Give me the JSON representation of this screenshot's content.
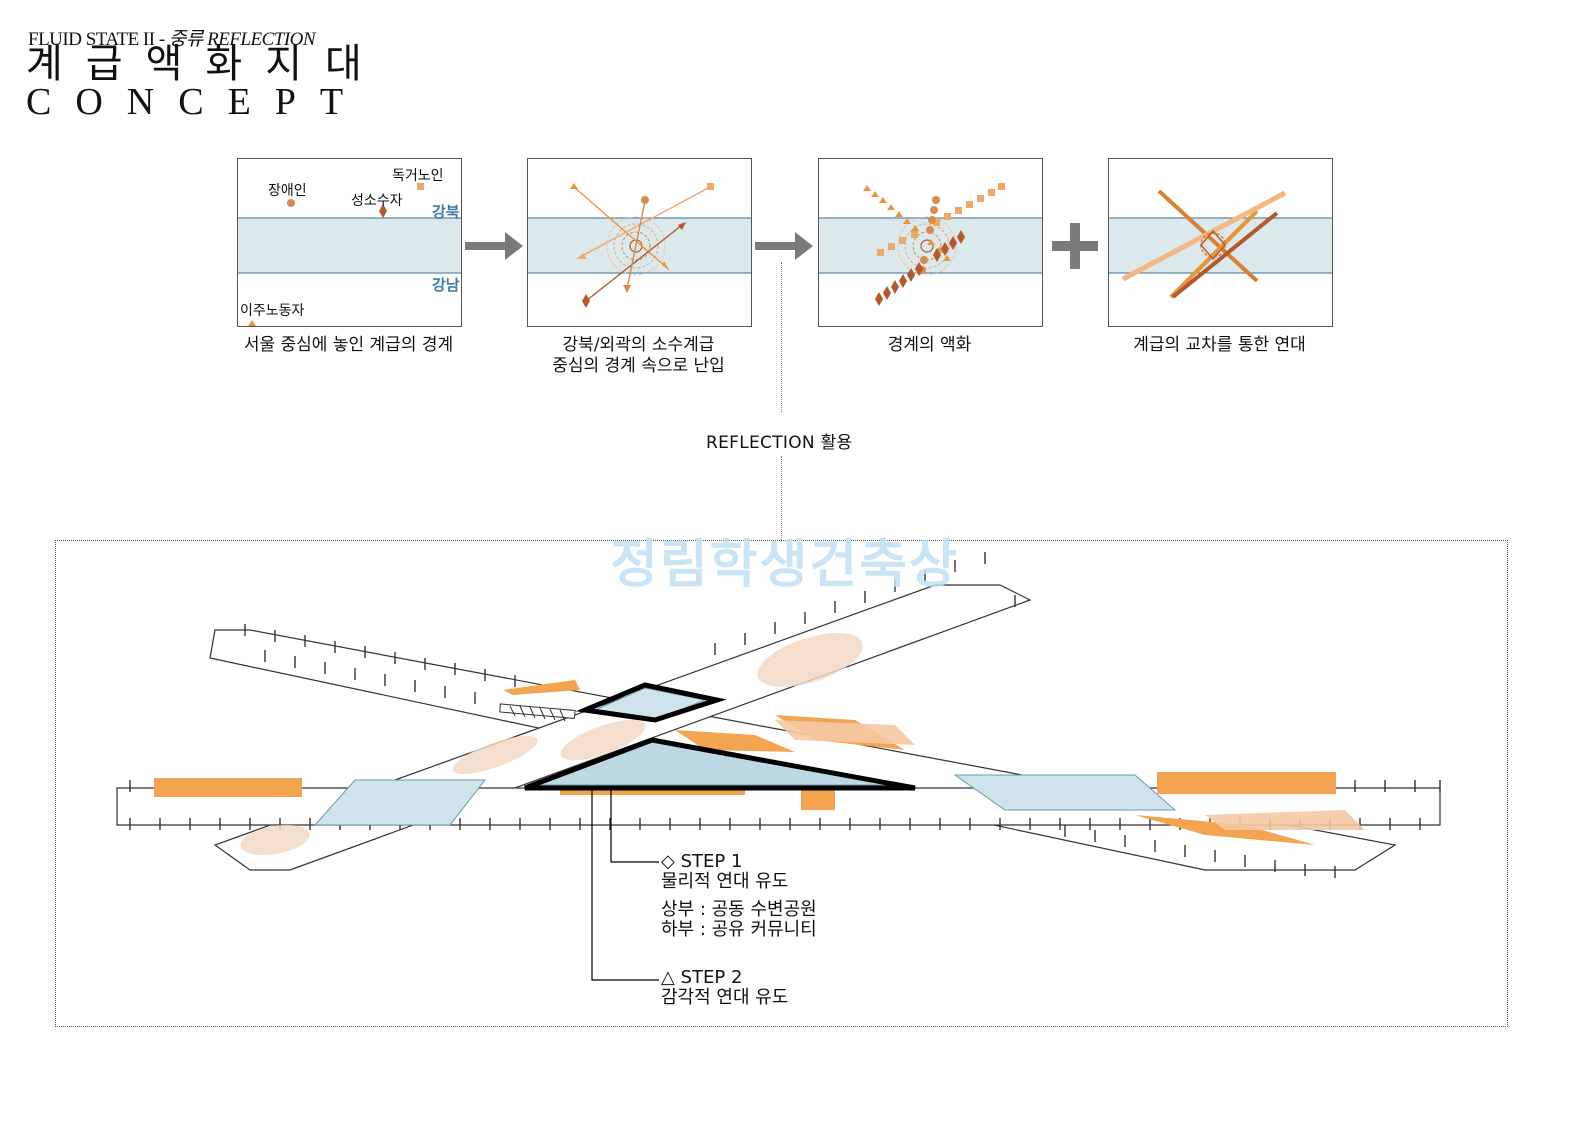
{
  "header": {
    "subtitle_prefix": "FLUID STATE II - ",
    "subtitle_italic": "중류 REFLECTION",
    "title_korean": "계급액화지대",
    "title_english": "CONCEPT"
  },
  "panels": [
    {
      "caption_lines": [
        "서울 중심에 놓인 계급의 경계"
      ],
      "labels": {
        "disabled": "장애인",
        "elderly": "독거노인",
        "sexual_minority": "성소수자",
        "migrant_worker": "이주노동자",
        "north": "강북",
        "south": "강남"
      }
    },
    {
      "caption_lines": [
        "강북/외곽의 소수계급",
        "중심의 경계 속으로 난입"
      ]
    },
    {
      "caption_lines": [
        "경계의 액화"
      ]
    },
    {
      "caption_lines": [
        "계급의 교차를 통한 연대"
      ]
    }
  ],
  "connector_label": "REFLECTION 활용",
  "watermark": "정림학생건축상",
  "steps": [
    {
      "symbol": "◇",
      "title": "STEP 1",
      "lines": [
        "물리적 연대 유도"
      ],
      "detail": [
        "상부 : 공동 수변공원",
        "하부 : 공유 커뮤니티"
      ]
    },
    {
      "symbol": "△",
      "title": "STEP 2",
      "lines": [
        "감각적 연대 유도"
      ]
    }
  ],
  "colors": {
    "river": "#dbe8ec",
    "river_edge": "#5a8bab",
    "orange": "#f2a450",
    "light_orange": "#f4c9a0",
    "brown": "#b5582b",
    "peach": "#f3d9c4",
    "arrow_gray": "#7a7a7a"
  },
  "icons": {
    "disabled": "circle-icon",
    "elderly": "square-icon",
    "sexual_minority": "diamond-icon",
    "migrant_worker": "triangle-icon"
  }
}
